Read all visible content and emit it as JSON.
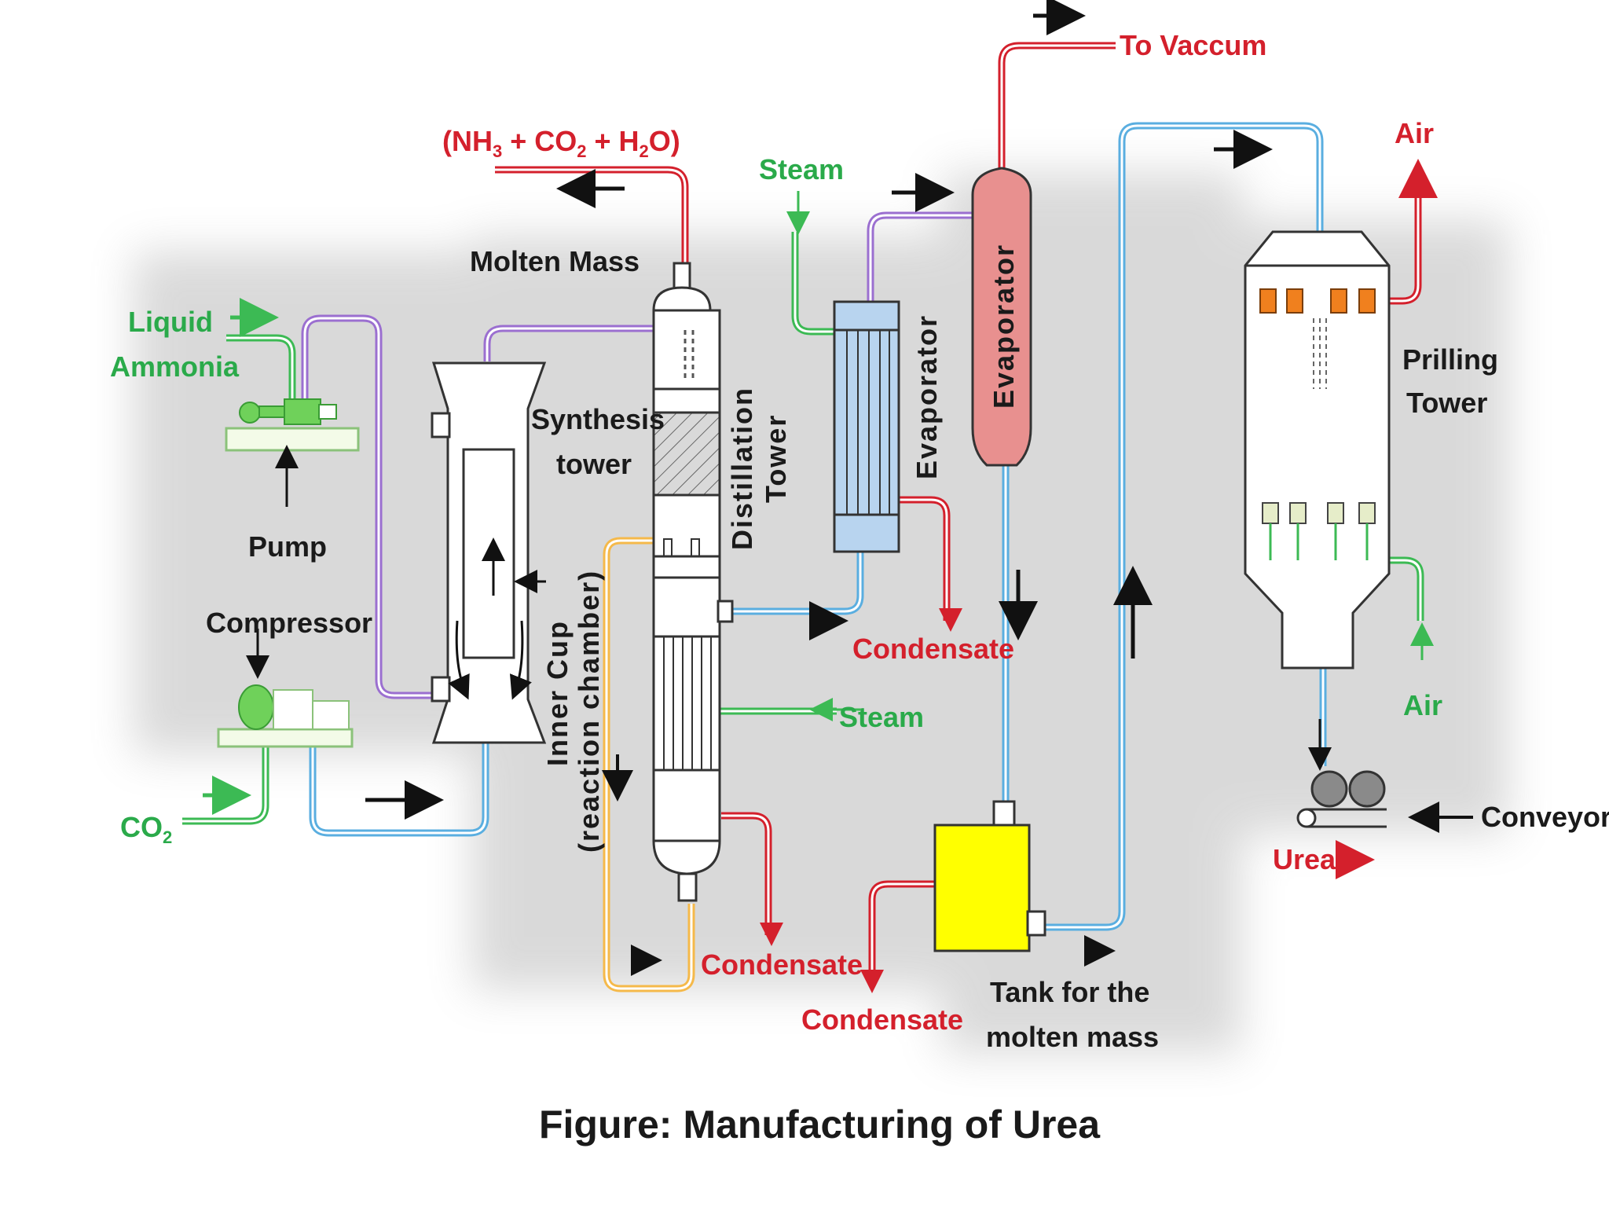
{
  "labels": {
    "to_vaccum": "To Vaccum",
    "nh3_co2_h2o_open": "(NH",
    "nh3_sub": "3",
    "plus_co": " + CO",
    "co2_sub": "2",
    "plus_h": " + H",
    "h2o_sub": "2",
    "o_close": "O)",
    "molten_mass": "Molten Mass",
    "steam_top": "Steam",
    "air_top": "Air",
    "liquid": "Liquid",
    "ammonia": "Ammonia",
    "synthesis": "Synthesis",
    "tower": "tower",
    "distillation": "Distillation",
    "distillation_tower": "Tower",
    "evaporator_small": "Evaporator",
    "evaporator_big": "Evaporator",
    "prilling": "Prilling",
    "prilling_tower": "Tower",
    "pump": "Pump",
    "compressor": "Compressor",
    "inner_cup": "Inner Cup",
    "reaction_chamber": "(reaction chamber)",
    "condensate_1": "Condensate",
    "steam_mid": "Steam",
    "air_bottom": "Air",
    "co2_prefix": "CO",
    "co2_suffix": "2",
    "conveyor": "Conveyor",
    "urea": "Urea",
    "condensate_2": "Condensate",
    "condensate_3": "Condensate",
    "tank_line1": "Tank for the",
    "tank_line2": "molten mass"
  },
  "caption": {
    "bold": "Figure:",
    "text": "Manufacturing of Urea"
  },
  "colors": {
    "pipe_purple": "#9b6fd0",
    "pipe_red": "#d4202c",
    "pipe_blue": "#5aaee0",
    "pipe_green": "#3cba54",
    "pipe_orange": "#f5b94a",
    "tank_yellow": "#ffff00",
    "evaporator_pink": "#e8908f",
    "evaporator_blue": "#b8d4ef",
    "prill_orange": "#f0801e",
    "label_green": "#2aaa4a",
    "label_red": "#d4202c"
  }
}
